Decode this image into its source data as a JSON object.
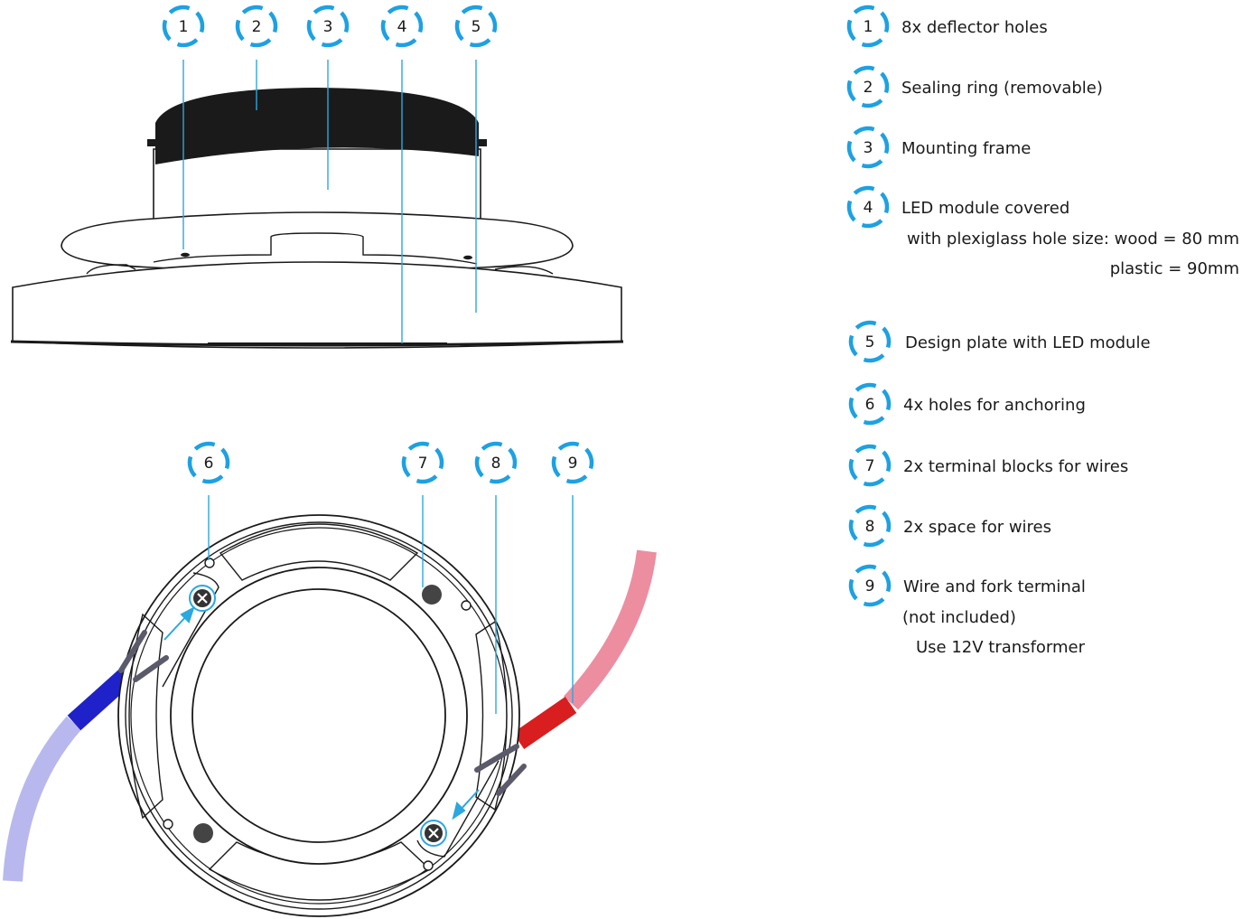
{
  "callouts_top": [
    "1",
    "2",
    "3",
    "4",
    "5"
  ],
  "callouts_bottom": [
    "6",
    "7",
    "8",
    "9"
  ],
  "colors": {
    "callout_ring": "#1da1e2",
    "leader_line": "#2aa8df",
    "wire_negative": "#1f22c8",
    "wire_negative_light": "#b8b8ee",
    "wire_positive": "#d81e1e",
    "wire_positive_light": "#ec8ea0",
    "sealing_ring": "#1a1a1a"
  },
  "legend": [
    {
      "number": "1",
      "lines": [
        "8x deflector holes"
      ]
    },
    {
      "number": "2",
      "lines": [
        "Sealing ring (removable)"
      ]
    },
    {
      "number": "3",
      "lines": [
        "Mounting frame"
      ]
    },
    {
      "number": "4",
      "lines": [
        "LED module covered",
        "with plexiglass hole size:  wood = 80 mm",
        "plastic = 90mm"
      ]
    },
    {
      "number": "5",
      "lines": [
        "Design plate with LED module"
      ]
    },
    {
      "number": "6",
      "lines": [
        "4x holes for anchoring"
      ]
    },
    {
      "number": "7",
      "lines": [
        "2x terminal blocks for wires"
      ]
    },
    {
      "number": "8",
      "lines": [
        "2x space for wires"
      ]
    },
    {
      "number": "9",
      "lines": [
        "Wire and fork terminal",
        "(not included)",
        "Use 12V transformer"
      ]
    }
  ]
}
